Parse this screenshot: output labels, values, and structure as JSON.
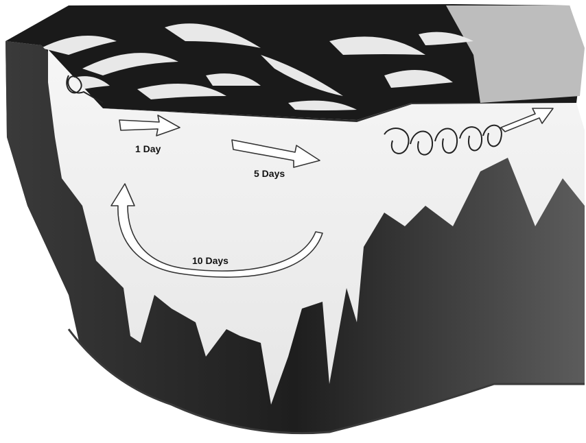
{
  "labels": {
    "one_day": "1 Day",
    "five_days": "5 Days",
    "ten_days": "10 Days"
  },
  "colors": {
    "surface_dark": "#1a1a1a",
    "wall_dark": "#2b2b2b",
    "wall_mid": "#8a8a8a",
    "water_light": "#f2f2f2",
    "arrow_fill": "#ffffff",
    "arrow_stroke": "#333333"
  },
  "icons": [
    "right-arrow-icon",
    "curved-return-arrow-icon",
    "helix-vortex-icon",
    "small-coil-icon"
  ]
}
